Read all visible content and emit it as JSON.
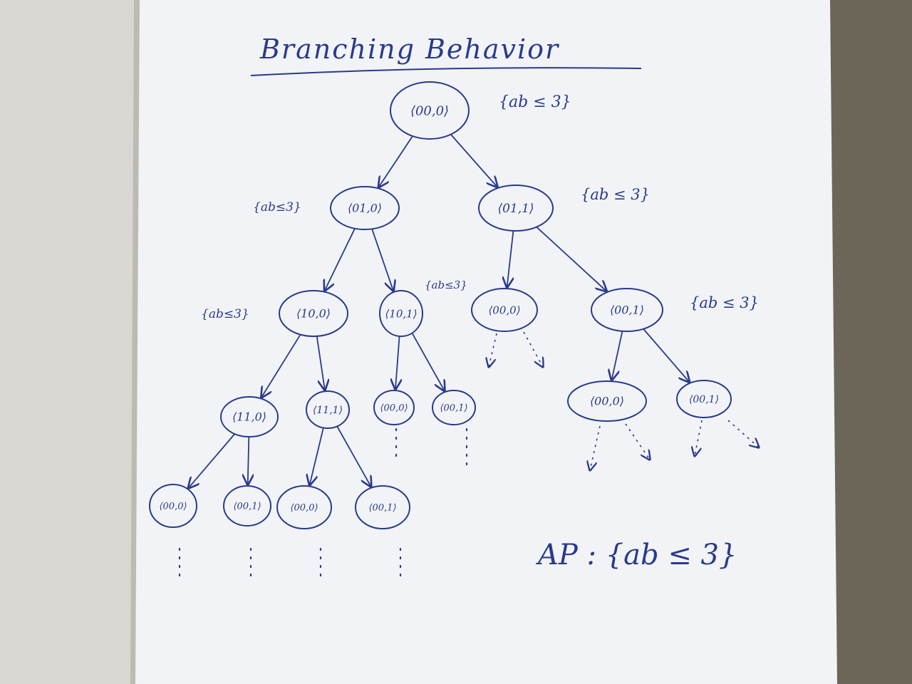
{
  "title": "Branching Behavior",
  "ink_color": "#2a3a8c",
  "paper_color": "#f2f3f6",
  "nodes": [
    {
      "id": "n0",
      "label": "⟨00,0⟩",
      "annotation": "{ab ≤ 3}"
    },
    {
      "id": "n1",
      "label": "⟨01,0⟩",
      "annotation": "{ab≤3}"
    },
    {
      "id": "n2",
      "label": "⟨01,1⟩",
      "annotation": "{ab ≤ 3}"
    },
    {
      "id": "n3",
      "label": "⟨10,0⟩",
      "annotation": "{ab≤3}"
    },
    {
      "id": "n4",
      "label": "⟨10,1⟩",
      "annotation": "{ab≤3}"
    },
    {
      "id": "n5",
      "label": "⟨00,0⟩",
      "annotation": ""
    },
    {
      "id": "n6",
      "label": "⟨00,1⟩",
      "annotation": "{ab ≤ 3}"
    },
    {
      "id": "n7",
      "label": "⟨11,0⟩",
      "annotation": ""
    },
    {
      "id": "n8",
      "label": "⟨11,1⟩",
      "annotation": ""
    },
    {
      "id": "n9",
      "label": "⟨00,0⟩",
      "annotation": ""
    },
    {
      "id": "n10",
      "label": "⟨00,1⟩",
      "annotation": ""
    },
    {
      "id": "n11",
      "label": "⟨00,0⟩",
      "annotation": ""
    },
    {
      "id": "n12",
      "label": "⟨00,1⟩",
      "annotation": ""
    },
    {
      "id": "n13",
      "label": "⟨00,0⟩",
      "annotation": ""
    },
    {
      "id": "n14",
      "label": "⟨00,1⟩",
      "annotation": ""
    },
    {
      "id": "n15",
      "label": "⟨00,0⟩",
      "annotation": ""
    },
    {
      "id": "n16",
      "label": "⟨00,1⟩",
      "annotation": ""
    }
  ],
  "edges": [
    [
      "n0",
      "n1"
    ],
    [
      "n0",
      "n2"
    ],
    [
      "n1",
      "n3"
    ],
    [
      "n1",
      "n4"
    ],
    [
      "n2",
      "n5"
    ],
    [
      "n2",
      "n6"
    ],
    [
      "n3",
      "n7"
    ],
    [
      "n3",
      "n8"
    ],
    [
      "n4",
      "n9"
    ],
    [
      "n4",
      "n10"
    ],
    [
      "n6",
      "n11"
    ],
    [
      "n6",
      "n12"
    ],
    [
      "n7",
      "n13"
    ],
    [
      "n7",
      "n14"
    ],
    [
      "n8",
      "n15"
    ],
    [
      "n8",
      "n16"
    ]
  ],
  "atomic_props": "AP : {ab ≤ 3}"
}
